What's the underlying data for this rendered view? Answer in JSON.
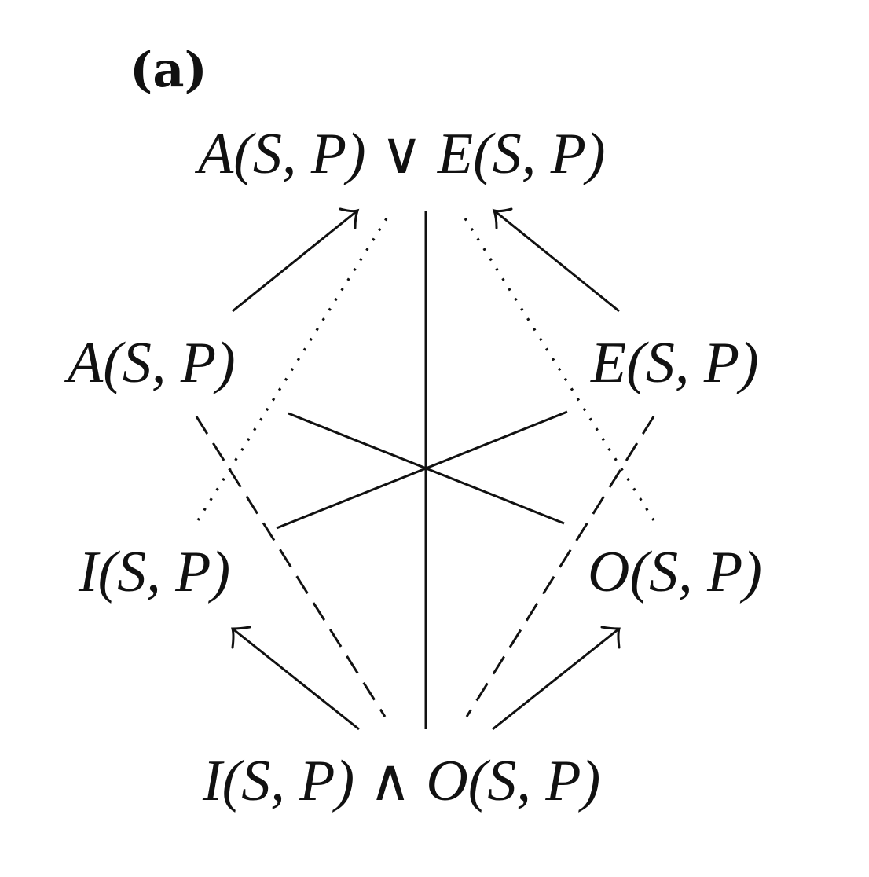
{
  "panel_label": "(a)",
  "nodes": {
    "top": "A(S, P) ∨ E(S, P)",
    "a": "A(S, P)",
    "e": "E(S, P)",
    "i": "I(S, P)",
    "o": "O(S, P)",
    "bottom": "I(S, P) ∧ O(S, P)"
  }
}
